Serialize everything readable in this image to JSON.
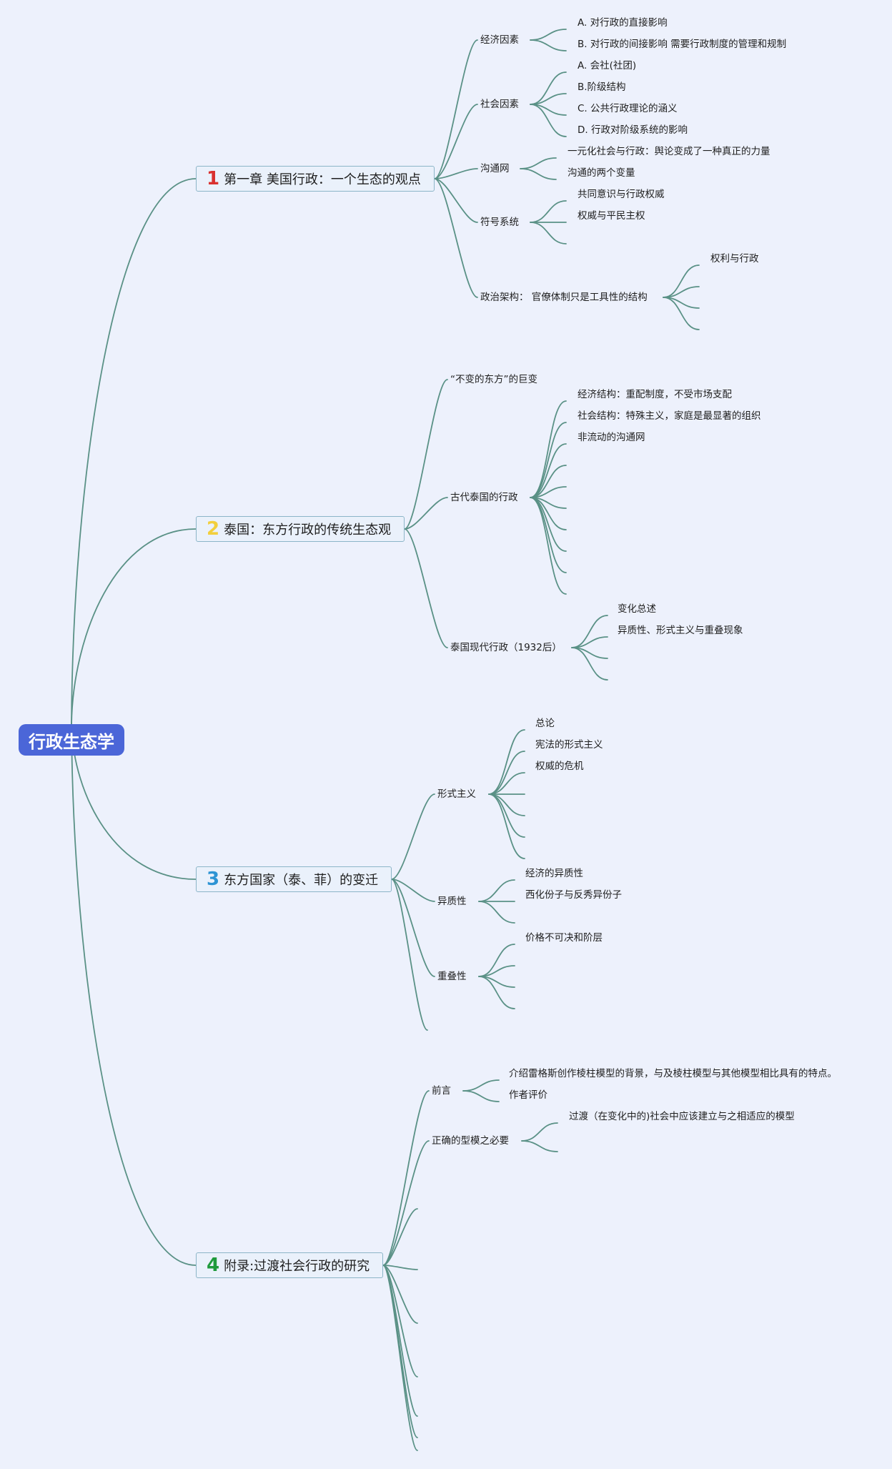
{
  "root": {
    "label": "行政生态学"
  },
  "colors": {
    "background": "#edf1fc",
    "root_fill": "#4b66d8",
    "connector": "#5a9186",
    "num1": "#d9312f",
    "num2": "#f2cf3c",
    "num3": "#2d94d4",
    "num4": "#1f9a3c"
  },
  "branches": [
    {
      "number": "1",
      "title": "第一章 美国行政：一个生态的观点",
      "topics": [
        {
          "label": "经济因素",
          "items": [
            "A. 对行政的直接影响",
            "B. 对行政的间接影响   需要行政制度的管理和规制"
          ]
        },
        {
          "label": "社会因素",
          "items": [
            "A. 会社(社团)",
            "B.阶级结构",
            "C. 公共行政理论的涵义",
            "D. 行政对阶级系统的影响"
          ]
        },
        {
          "label": "沟通网",
          "items": [
            "一元化社会与行政：舆论变成了一种真正的力量",
            "沟通的两个变量"
          ]
        },
        {
          "label": "符号系统",
          "items": [
            "共同意识与行政权威",
            "权威与平民主权",
            ""
          ]
        },
        {
          "label": "政治架构： 官僚体制只是工具性的结构",
          "items": [
            "权利与行政",
            "",
            "",
            ""
          ]
        }
      ]
    },
    {
      "number": "2",
      "title": "泰国：东方行政的传统生态观",
      "topics": [
        {
          "label": "“不变的东方”的巨变",
          "items": []
        },
        {
          "label": "古代泰国的行政",
          "items": [
            "经济结构：重配制度，不受市场支配",
            "社会结构：特殊主义，家庭是最显著的组织",
            "非流动的沟通网",
            "",
            "",
            "",
            "",
            "",
            "",
            ""
          ]
        },
        {
          "label": "泰国现代行政（1932后）",
          "items": [
            "变化总述",
            "异质性、形式主义与重叠现象",
            "",
            ""
          ]
        }
      ]
    },
    {
      "number": "3",
      "title": "东方国家（泰、菲）的变迁",
      "topics": [
        {
          "label": "形式主义",
          "items": [
            "总论",
            "宪法的形式主义",
            "权威的危机",
            "",
            "",
            "",
            ""
          ]
        },
        {
          "label": "异质性",
          "items": [
            "经济的异质性",
            "西化份子与反秀异份子",
            ""
          ]
        },
        {
          "label": "重叠性",
          "items": [
            "价格不可决和阶层",
            "",
            "",
            ""
          ]
        },
        {
          "label": "",
          "items": []
        }
      ]
    },
    {
      "number": "4",
      "title": "附录:过渡社会行政的研究",
      "topics": [
        {
          "label": "前言",
          "items": [
            "介绍雷格斯创作棱柱模型的背景，与及棱柱模型与其他模型相比具有的特点。",
            "作者评价"
          ]
        },
        {
          "label": "正确的型模之必要",
          "items": [
            "过渡（在变化中的)社会中应该建立与之相适应的模型",
            ""
          ]
        },
        {
          "label": "",
          "items": []
        },
        {
          "label": "",
          "items": []
        },
        {
          "label": "",
          "items": []
        },
        {
          "label": "",
          "items": []
        },
        {
          "label": "",
          "items": []
        },
        {
          "label": "",
          "items": []
        },
        {
          "label": "",
          "items": []
        }
      ]
    }
  ]
}
